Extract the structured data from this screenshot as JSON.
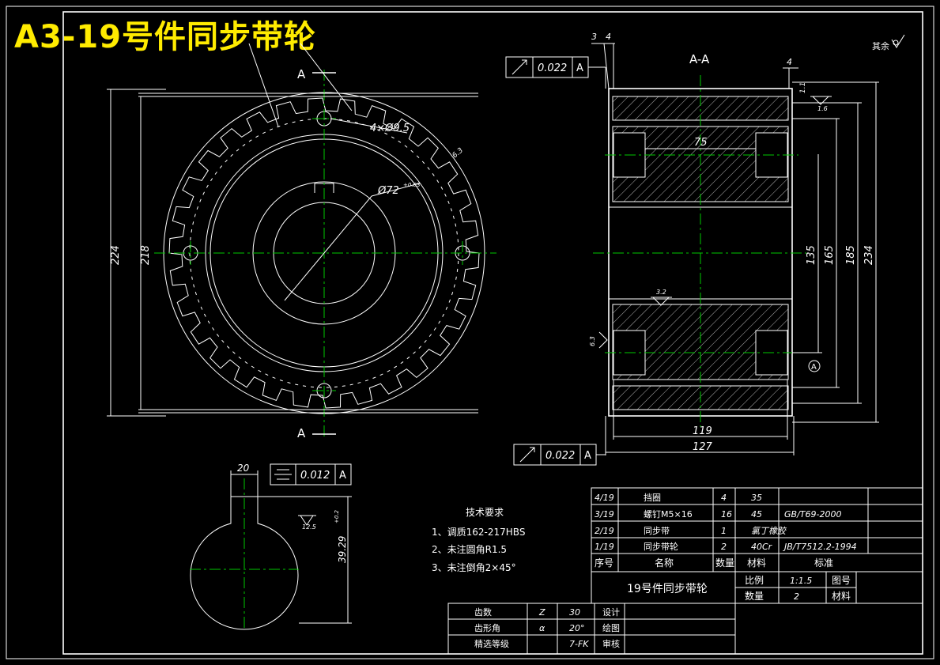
{
  "title": "A3-19号件同步带轮",
  "colors": {
    "background": "#000000",
    "line": "#ffffff",
    "centerline": "#00c800",
    "title": "#ffeb00"
  },
  "section_label": "A-A",
  "cut_label": "A",
  "surface_note": "其余",
  "datum": "A",
  "dims": {
    "d224": "224",
    "d218": "218",
    "holes": "4×Ø9.5",
    "bore": "Ø72",
    "bore_tol": "+0.03",
    "chamfer": "6.3",
    "d75": "75",
    "d135": "135",
    "d165": "165",
    "d185": "185",
    "d234": "234",
    "d119": "119",
    "d127": "127",
    "d4": "4",
    "d3": "3",
    "d4b": "4",
    "d11": "1.1",
    "r16": "1.6",
    "r32": "3.2",
    "r63": "6.3",
    "d20": "20",
    "key_depth": "39.29",
    "key_tol": "+0.2",
    "r125": "12.5"
  },
  "tolerances": [
    {
      "symbol": "runout",
      "value": "0.022",
      "datum": "A"
    },
    {
      "symbol": "runout",
      "value": "0.022",
      "datum": "A"
    },
    {
      "symbol": "symmetry",
      "value": "0.012",
      "datum": "A"
    }
  ],
  "tech_requirements": {
    "heading": "技术要求",
    "items": [
      "1、调质162-217HBS",
      "2、未注圆角R1.5",
      "3、未注倒角2×45°"
    ]
  },
  "bom": {
    "rows": [
      [
        "4/19",
        "挡圈",
        "4",
        "35",
        ""
      ],
      [
        "3/19",
        "螺钉M5×16",
        "16",
        "45",
        "GB/T69-2000"
      ],
      [
        "2/19",
        "同步带",
        "1",
        "氯丁橡胶",
        ""
      ],
      [
        "1/19",
        "同步带轮",
        "2",
        "40Cr",
        "JB/T7512.2-1994"
      ]
    ],
    "header": [
      "序号",
      "名称",
      "数量",
      "材料",
      "标准"
    ]
  },
  "title_block": {
    "name": "19号件同步带轮",
    "scale_label": "比例",
    "scale": "1:1.5",
    "drawing_no_label": "图号",
    "qty_label": "数量",
    "qty": "2",
    "material_label": "材料"
  },
  "gear_params": {
    "rows": [
      [
        "齿数",
        "Z",
        "30",
        "设计"
      ],
      [
        "齿形角",
        "α",
        "20°",
        "绘图"
      ],
      [
        "精选等级",
        "",
        "7-FK",
        "审核"
      ]
    ]
  }
}
